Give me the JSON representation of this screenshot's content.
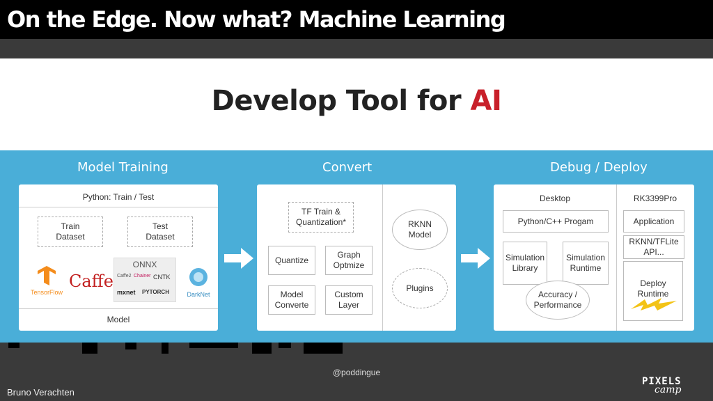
{
  "header": {
    "title": "On the Edge. Now what? Machine Learning"
  },
  "slide": {
    "headline_main": "Develop Tool for ",
    "headline_accent": "AI",
    "accent_color": "#c8202a",
    "band_color": "#4aaed8",
    "training": {
      "title": "Model Training",
      "top_label": "Python: Train / Test",
      "train_dataset": "Train\nDataset",
      "test_dataset": "Test\nDataset",
      "onnx": "ONNX",
      "frameworks": [
        "TensorFlow",
        "Caffe",
        "Caffe2",
        "Chainer",
        "CNTK",
        "mxnet",
        "PYTORCH",
        "DarkNet"
      ],
      "bottom_label": "Model"
    },
    "convert": {
      "title": "Convert",
      "tf_train": "TF Train &\nQuantization*",
      "quantize": "Quantize",
      "graph_optimize": "Graph\nOptmize",
      "model_converte": "Model\nConverte",
      "custom_layer": "Custom\nLayer",
      "rknn_model": "RKNN\nModel",
      "plugins": "Plugins"
    },
    "deploy": {
      "title": "Debug / Deploy",
      "desktop": "Desktop",
      "python_program": "Python/C++ Progam",
      "simulation_library": "Simulation\nLibrary",
      "simulation_runtime": "Simulation\nRuntime",
      "accuracy": "Accuracy /\nPerformance",
      "rk_title": "RK3399Pro",
      "application": "Application",
      "rknn_api": "RKNN/TFLite\nAPI...",
      "deploy_runtime": "Deploy Runtime"
    }
  },
  "footer": {
    "handle": "@poddingue",
    "speaker": "Bruno Verachten",
    "logo_top": "PIXELS",
    "logo_bottom": "camp"
  }
}
